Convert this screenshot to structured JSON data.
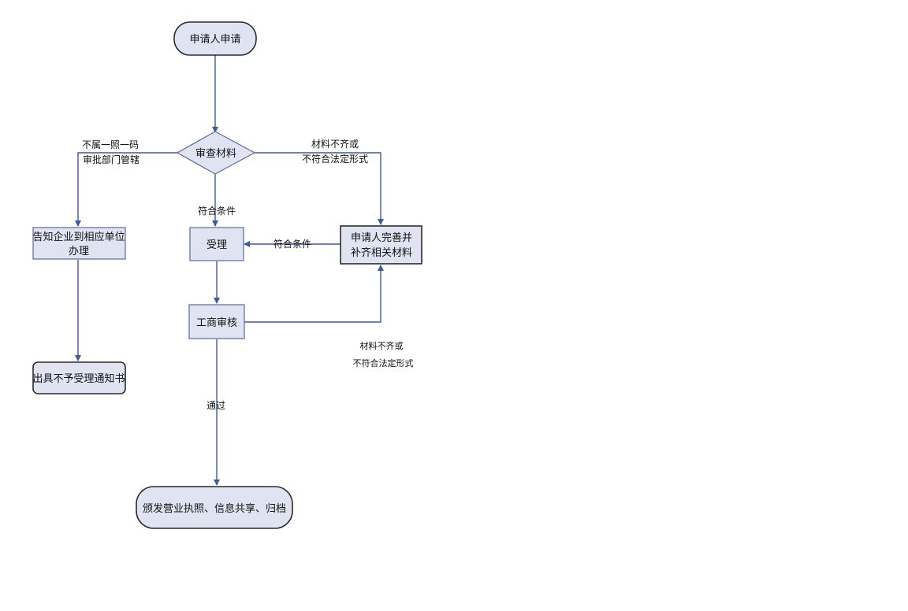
{
  "nodes": {
    "apply": "申请人申请",
    "review": "审查材料",
    "notify_line1": "告知企业到相应单位",
    "notify_line2": "办理",
    "issue_reject": "出具不予受理通知书",
    "accept": "受理",
    "supplement_line1": "申请人完善并",
    "supplement_line2": "补齐相关材料",
    "aic_review": "工商审核",
    "issue_license": "颁发营业执照、信息共享、归档"
  },
  "edges": {
    "not_belong_line1": "不属一照一码",
    "not_belong_line2": "审批部门管辖",
    "incomplete_line1": "材料不齐或",
    "incomplete_line2": "不符合法定形式",
    "meets_conditions": "符合条件",
    "meets_conditions_2": "符合条件",
    "incomplete2_line1": "材料不齐或",
    "incomplete2_line2": "不符合法定形式",
    "pass": "通过"
  }
}
